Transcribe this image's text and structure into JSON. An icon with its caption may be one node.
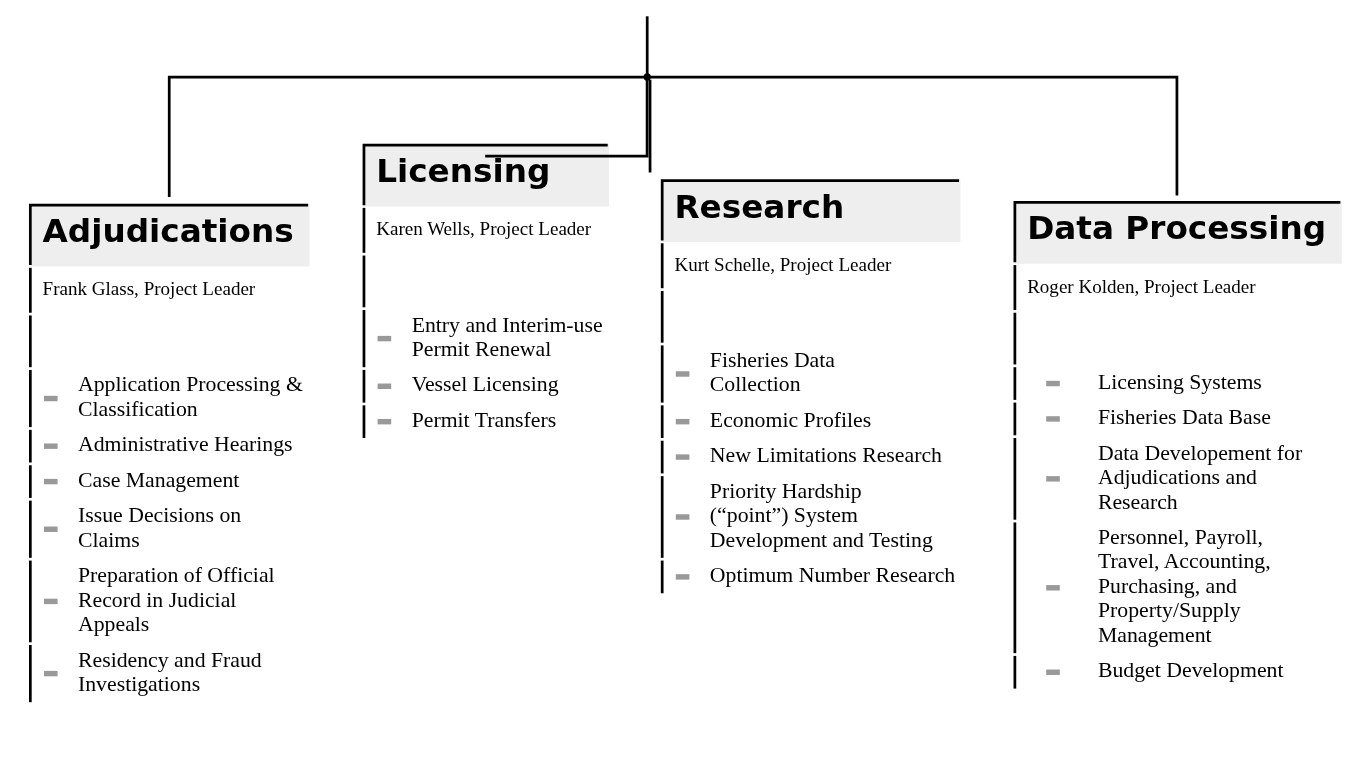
{
  "diagram": {
    "nodes": [
      {
        "text": [],
        "shape": "bar"
      },
      {
        "text": [
          "Adjudications",
          "Frank Glass, Project Leader",
          "Application Processing & Classification",
          "Administrative Hearings",
          "Case Management",
          "Issue Decisions on Claims",
          "Preparation of Official Record in Judicial Appeals",
          "Residency and Fraud Investigations"
        ]
      },
      {
        "text": [
          "Licensing",
          "Karen Wells, Project Leader",
          "Entry and Interim-use Permit Renewal",
          "Vessel Licensing",
          "Permit Transfers"
        ]
      },
      {
        "text": [
          "Research",
          "Kurt Schelle, Project Leader",
          "Fisheries Data Collection",
          "Economic Profiles",
          "New Limitations Research",
          "Priority Hardship (“point”) System Development and Testing",
          "Optimum Number Research"
        ]
      },
      {
        "text": [
          "Data Processing",
          "Roger Kolden, Project Leader",
          "Licensing Systems",
          "Fisheries Data Base",
          "Data Developement for Adjudications and Research",
          "Personnel, Payroll, Travel, Accounting, Purchasing, and Property/Supply Management",
          "Budget Development"
        ]
      }
    ],
    "edges": [
      {
        "from": null,
        "to": 0,
        "arrow": "none"
      },
      {
        "from": 0,
        "to": 1,
        "arrow": "none"
      },
      {
        "from": 0,
        "to": 2,
        "arrow": "none"
      },
      {
        "from": 0,
        "to": 3,
        "arrow": "none"
      },
      {
        "from": 0,
        "to": 4,
        "arrow": "none"
      }
    ]
  }
}
